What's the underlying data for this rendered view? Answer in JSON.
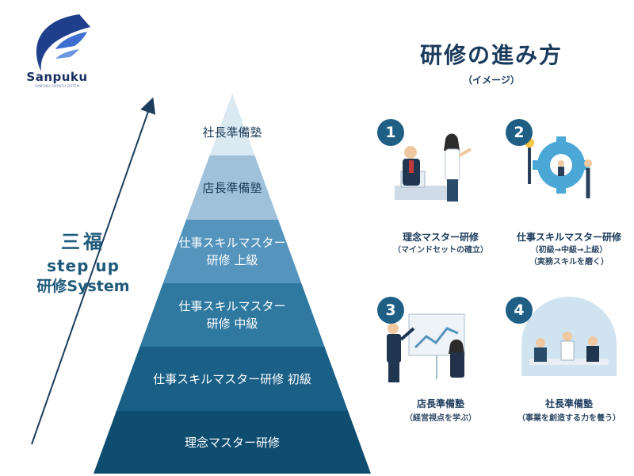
{
  "logo": {
    "name": "Sanpuku",
    "tagline": "SANPUKU GROWTH SYSTEM"
  },
  "colors": {
    "tier1": "#0f4d70",
    "tier2": "#1a5f86",
    "tier3": "#2f79a1",
    "tier4": "#5594bd",
    "tier5": "#9fc2da",
    "tier6": "#dbe9f3",
    "accent": "#1f5f86",
    "text_dark": "#1a3a5c"
  },
  "pyramid": {
    "tiers_bottom_up": [
      {
        "label": "理念マスター研修"
      },
      {
        "label": "仕事スキルマスター研修 初級"
      },
      {
        "label": "仕事スキルマスター\n研修 中級"
      },
      {
        "label": "仕事スキルマスター\n研修 上級"
      },
      {
        "label": "店長準備塾"
      },
      {
        "label": "社長準備塾"
      }
    ]
  },
  "side_title": {
    "line1": "三福",
    "line2": "step up",
    "line3": "研修System"
  },
  "process": {
    "title": "研修の進み方",
    "subtitle": "（イメージ）",
    "steps": [
      {
        "number": "1",
        "title": "理念マスター研修",
        "desc": "（マインドセットの確立）"
      },
      {
        "number": "2",
        "title": "仕事スキルマスター研修",
        "desc": "（初級→中級→上級）\n（実務スキルを磨く）"
      },
      {
        "number": "3",
        "title": "店長準備塾",
        "desc": "（経営視点を学ぶ）"
      },
      {
        "number": "4",
        "title": "社長準備塾",
        "desc": "（事業を創造する力を養う）"
      }
    ]
  }
}
